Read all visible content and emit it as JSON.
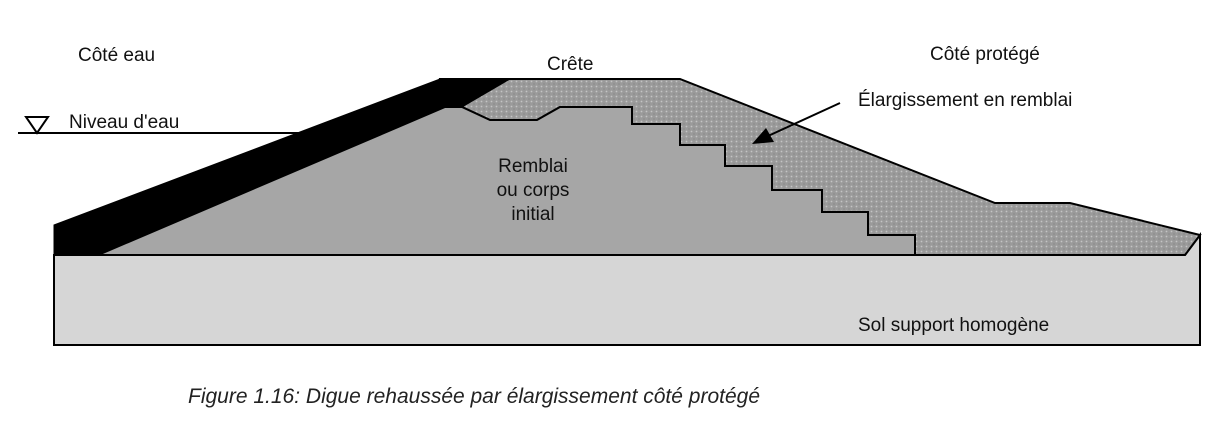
{
  "labels": {
    "water_side": "Côté eau",
    "crest": "Crête",
    "protected_side": "Côté protégé",
    "water_level": "Niveau d'eau",
    "widening": "Élargissement en remblai",
    "core_line1": "Remblai",
    "core_line2": "ou corps",
    "core_line3": "initial",
    "foundation": "Sol support homogène"
  },
  "caption": "Figure 1.16: Digue rehaussée par élargissement côté protégé",
  "colors": {
    "foundation": "#d6d6d6",
    "core": "#a6a6a6",
    "widening": "#9c9c9c",
    "revetment": "#000000",
    "outline": "#000000"
  }
}
